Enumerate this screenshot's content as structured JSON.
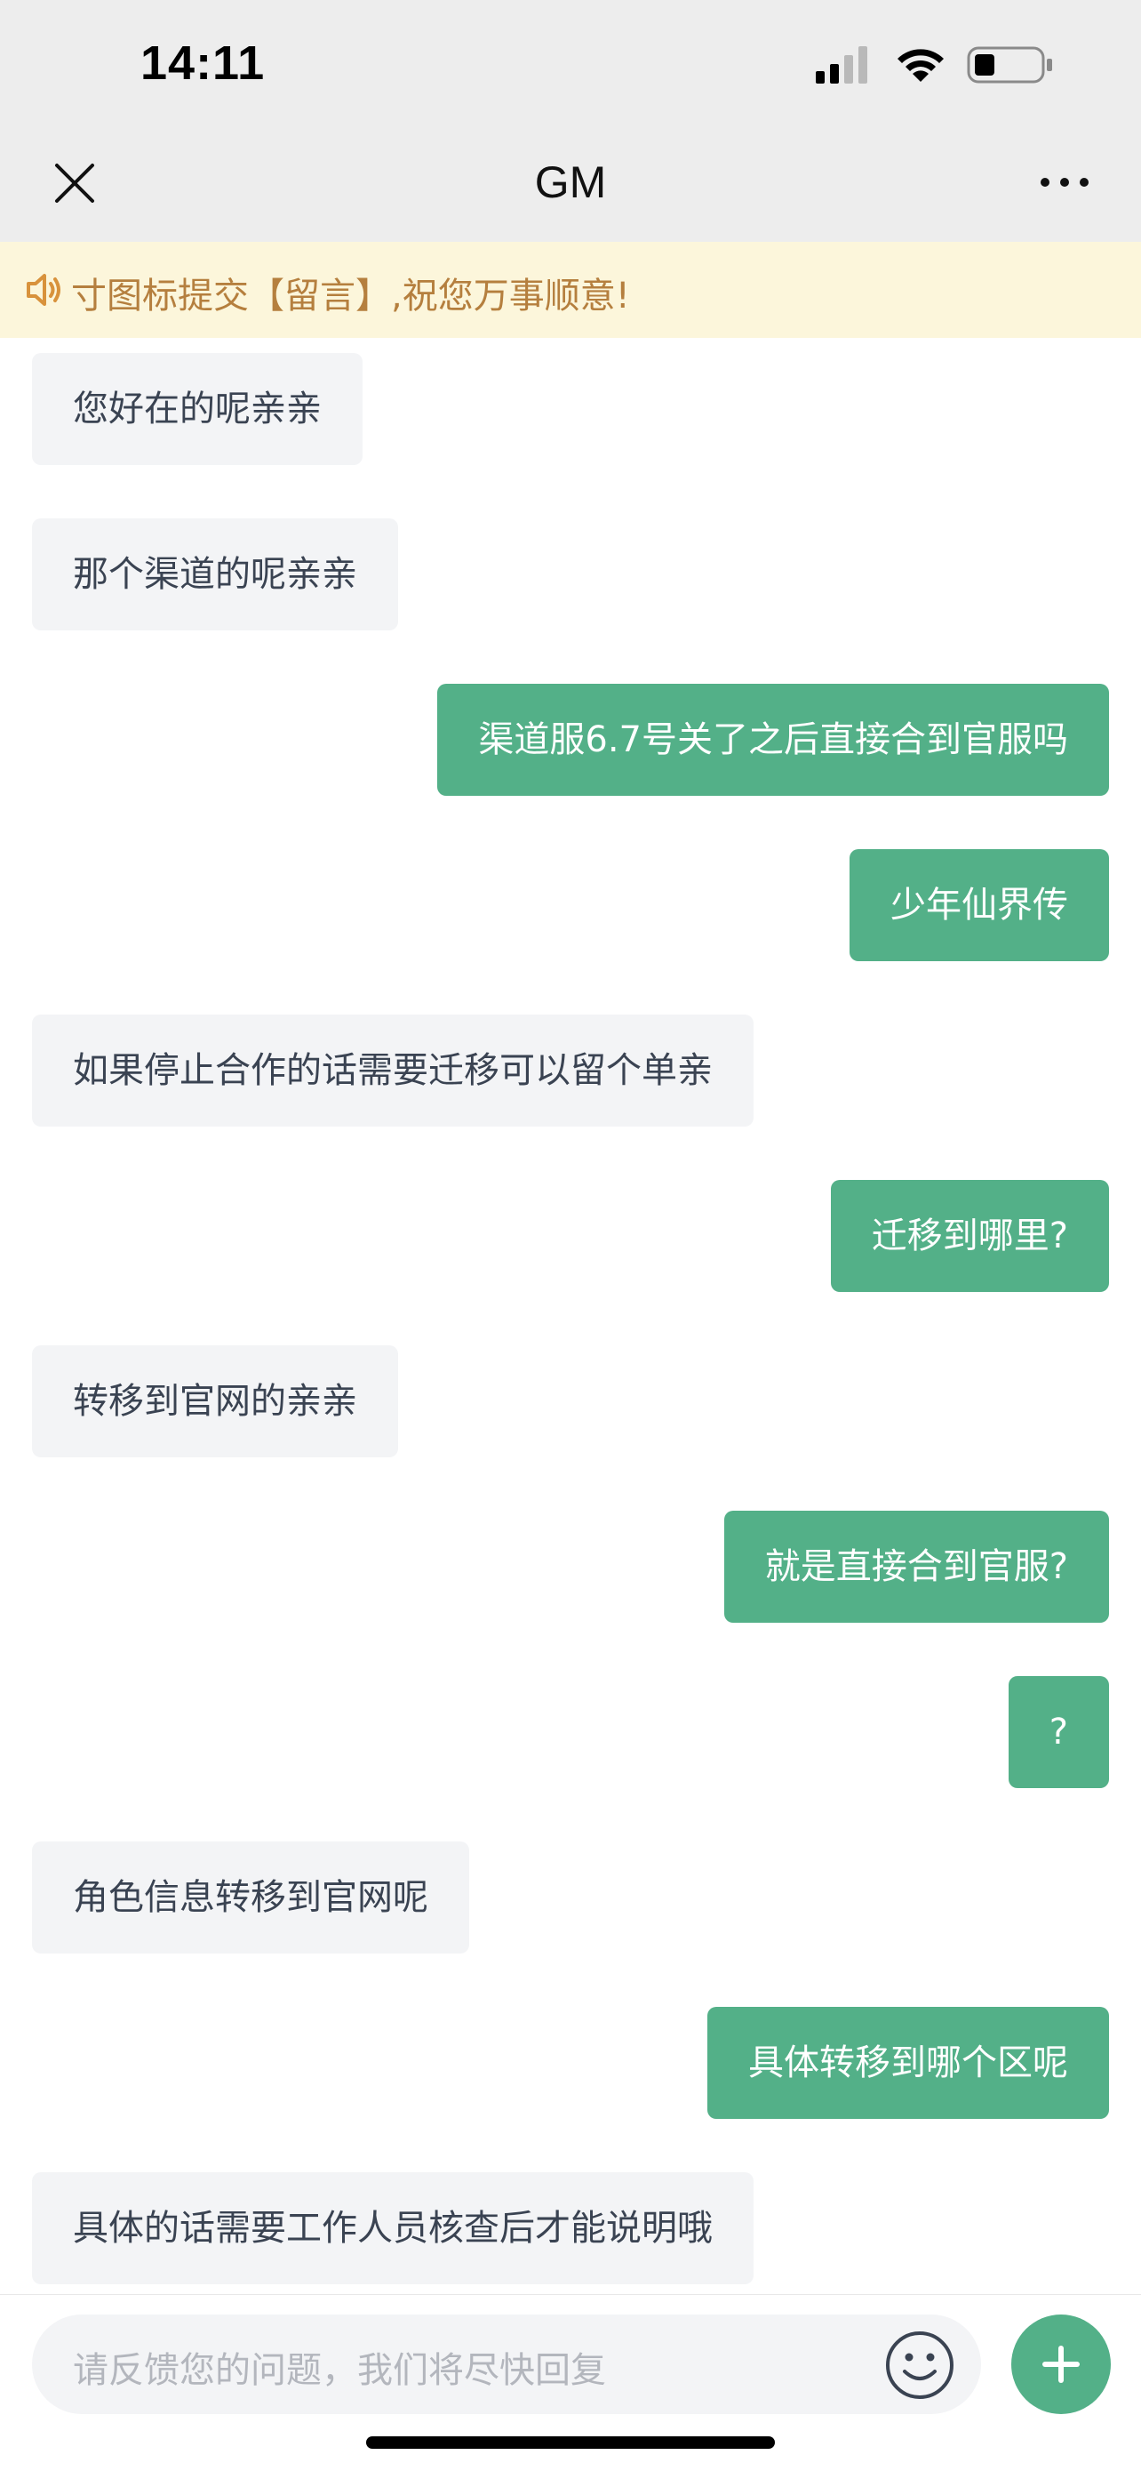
{
  "status_bar": {
    "time": "14:11",
    "icons": [
      "cellular-signal-icon",
      "wifi-icon",
      "battery-icon"
    ]
  },
  "header": {
    "title": "GM",
    "close_icon": "close-icon",
    "more_icon": "more-icon"
  },
  "notice": {
    "icon": "speaker-icon",
    "text": "寸图标提交【留言】,祝您万事顺意!"
  },
  "messages": [
    {
      "side": "left",
      "text": "您好在的呢亲亲"
    },
    {
      "side": "left",
      "text": "那个渠道的呢亲亲"
    },
    {
      "side": "right",
      "text": "渠道服6.7号关了之后直接合到官服吗"
    },
    {
      "side": "right",
      "text": "少年仙界传"
    },
    {
      "side": "left",
      "text": "如果停止合作的话需要迁移可以留个单亲"
    },
    {
      "side": "right",
      "text": "迁移到哪里?"
    },
    {
      "side": "left",
      "text": "转移到官网的亲亲"
    },
    {
      "side": "right",
      "text": "就是直接合到官服?"
    },
    {
      "side": "right",
      "text": "?"
    },
    {
      "side": "left",
      "text": "角色信息转移到官网呢"
    },
    {
      "side": "right",
      "text": "具体转移到哪个区呢"
    },
    {
      "side": "left",
      "text": "具体的话需要工作人员核查后才能说明哦"
    }
  ],
  "input": {
    "placeholder": "请反馈您的问题，我们将尽快回复",
    "emoji_icon": "emoji-icon",
    "plus_icon": "plus-icon"
  },
  "colors": {
    "accent": "#53b088",
    "bar_bg": "#ededed",
    "notice_bg": "#fcf6db",
    "notice_text": "#b57f3e",
    "left_bubble_bg": "#f3f4f6",
    "left_bubble_text": "#3a4352"
  }
}
